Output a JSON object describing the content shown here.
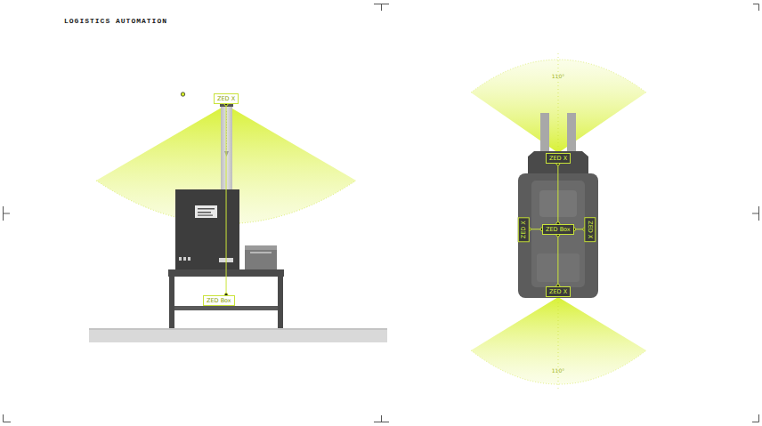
{
  "diagram": {
    "title": "LOGISTICS AUTOMATION",
    "nodes": [
      {
        "text": [
          "ZED X"
        ]
      },
      {
        "text": [
          "ZED Box"
        ]
      },
      {
        "text": [
          "ZED X"
        ]
      },
      {
        "text": [
          "ZED X"
        ]
      },
      {
        "text": [
          "ZED Box"
        ]
      },
      {
        "text": [
          "ZED X"
        ]
      },
      {
        "text": [
          "ZED X"
        ]
      }
    ],
    "edges": [
      {
        "from": 0,
        "to": 1,
        "arrow": "none"
      },
      {
        "from": 4,
        "to": 2,
        "arrow": "none"
      },
      {
        "from": 4,
        "to": 3,
        "arrow": "none"
      },
      {
        "from": 4,
        "to": 5,
        "arrow": "none"
      },
      {
        "from": 4,
        "to": 6,
        "arrow": "none"
      }
    ],
    "labels": [
      "110°",
      "110°"
    ]
  }
}
